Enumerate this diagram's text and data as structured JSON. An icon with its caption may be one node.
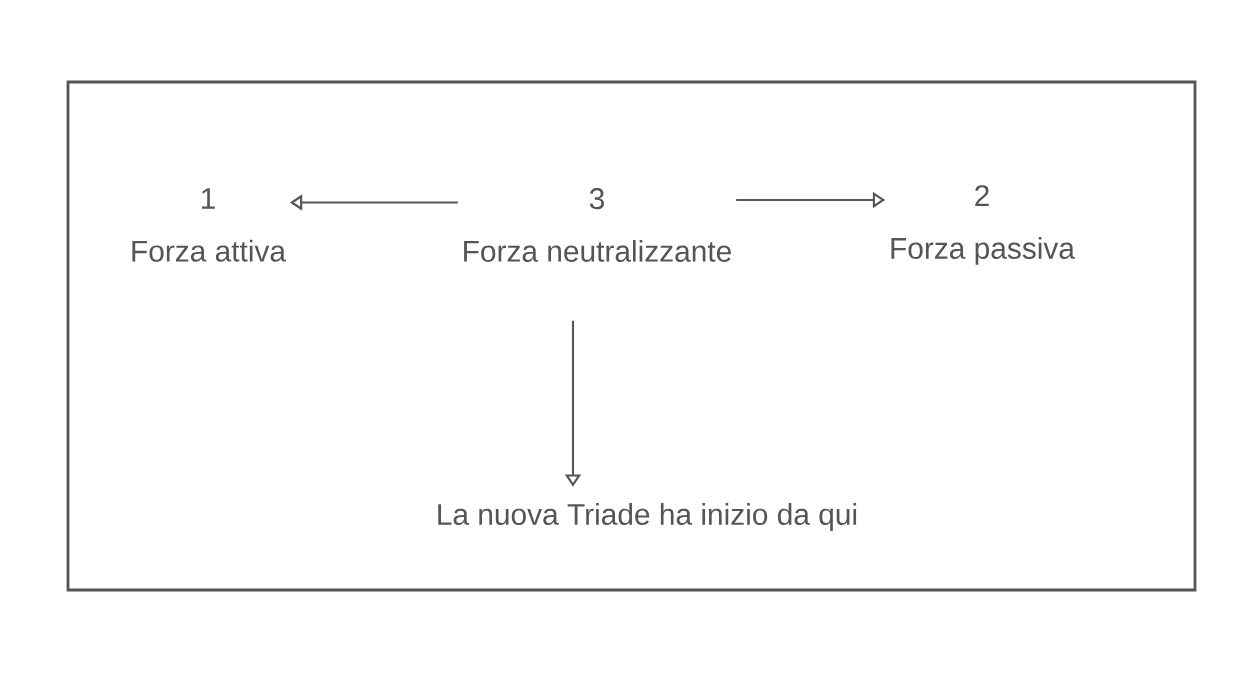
{
  "diagram": {
    "nodes": [
      {
        "text": [
          "1",
          "Forza attiva"
        ]
      },
      {
        "text": [
          "3",
          "Forza neutralizzante"
        ]
      },
      {
        "text": [
          "2",
          "Forza passiva"
        ]
      },
      {
        "text": [
          "La nuova Triade ha inizio da qui"
        ]
      }
    ],
    "edges": [
      {
        "from": 1,
        "to": 0,
        "arrow": "to"
      },
      {
        "from": 1,
        "to": 2,
        "arrow": "to"
      },
      {
        "from": 1,
        "to": 3,
        "arrow": "to"
      }
    ]
  }
}
